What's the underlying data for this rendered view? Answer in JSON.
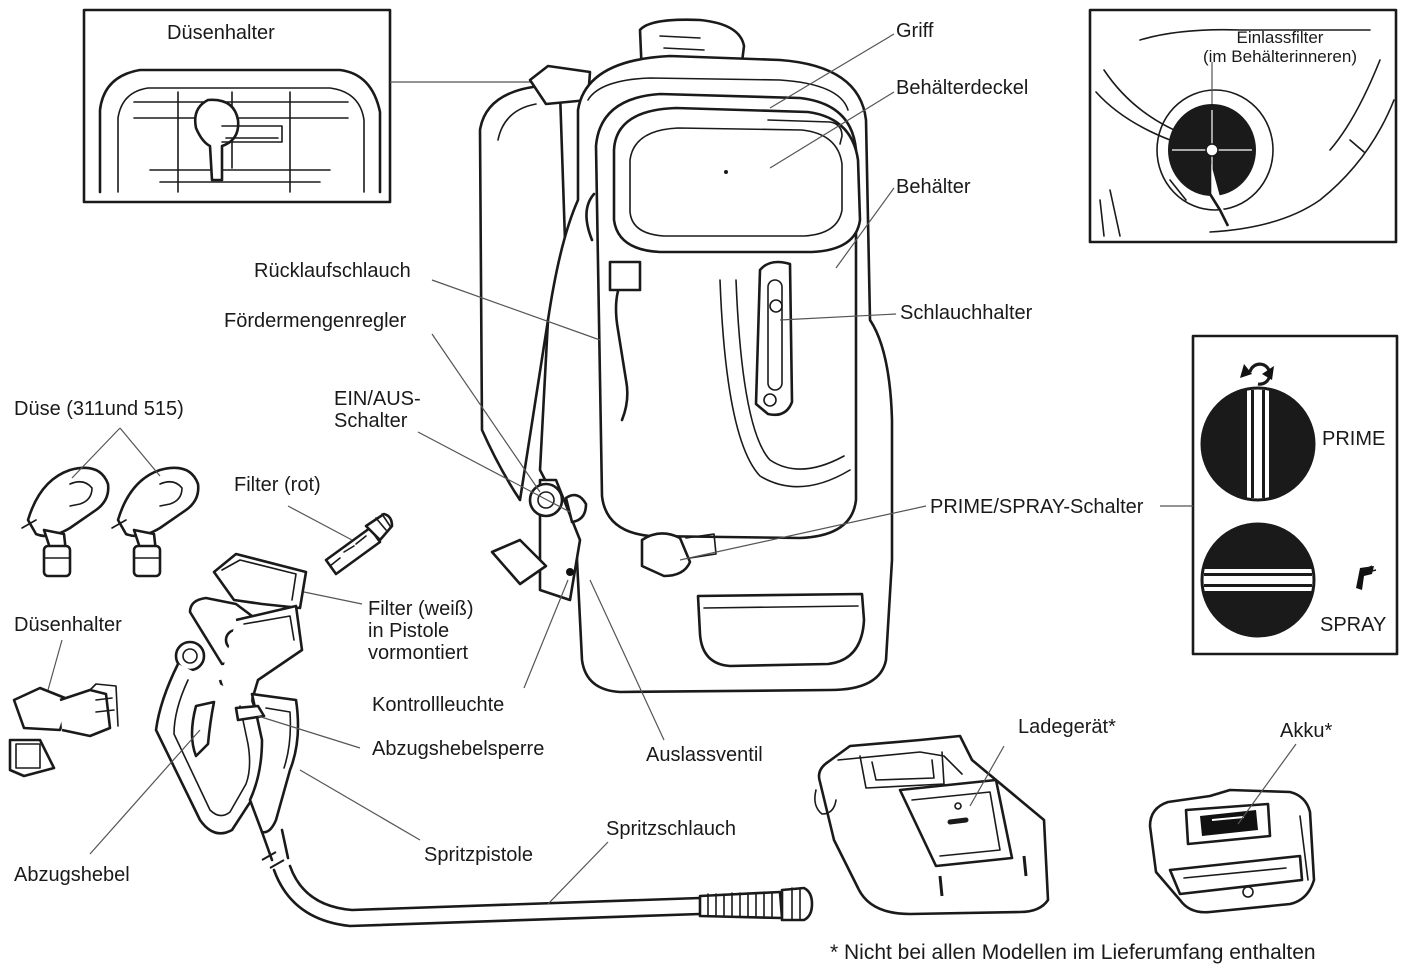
{
  "labels": {
    "duesenhalter_top": "Düsenhalter",
    "griff": "Griff",
    "behaelterdeckel": "Behälterdeckel",
    "behaelter": "Behälter",
    "einlassfilter_line1": "Einlassfilter",
    "einlassfilter_line2": "(im Behälterinneren)",
    "ruecklaufschlauch": "Rücklaufschlauch",
    "foerdermengenregler": "Fördermengenregler",
    "schlauchhalter": "Schlauchhalter",
    "duese": "Düse (311und 515)",
    "ein_aus_line1": "EIN/AUS-",
    "ein_aus_line2": "Schalter",
    "filter_rot": "Filter (rot)",
    "prime_spray_schalter": "PRIME/SPRAY-Schalter",
    "prime": "PRIME",
    "spray": "SPRAY",
    "duesenhalter_left": "Düsenhalter",
    "filter_weiss_line1": "Filter (weiß)",
    "filter_weiss_line2": "in Pistole",
    "filter_weiss_line3": "vormontiert",
    "kontrollleuchte": "Kontrollleuchte",
    "abzugshebelsperre": "Abzugshebelsperre",
    "auslassventil": "Auslassventil",
    "ladegeraet": "Ladegerät*",
    "akku": "Akku*",
    "spritzschlauch": "Spritzschlauch",
    "spritzpistole": "Spritzpistole",
    "abzugshebel": "Abzugshebel",
    "footnote": "* Nicht bei allen Modellen im Lieferumfang enthalten"
  },
  "icons": {
    "prime_symbol": "refresh-icon",
    "spray_symbol": "spray-gun-icon"
  }
}
